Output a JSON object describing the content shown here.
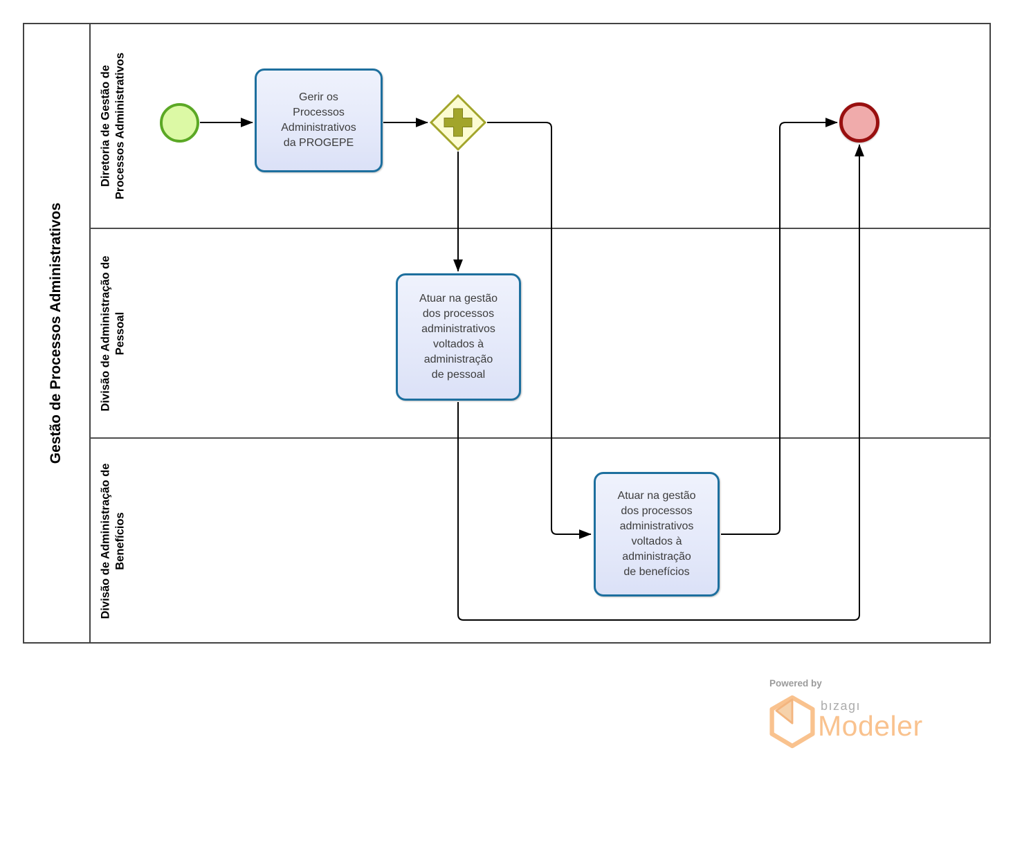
{
  "pool": {
    "title": "Gestão de Processos Administrativos",
    "lanes": [
      {
        "label": "Diretoria de Gestão de\nProcessos Administrativos"
      },
      {
        "label": "Divisão de Administração de\nPessoal"
      },
      {
        "label": "Divisão de Administração de\nBenefícios"
      }
    ]
  },
  "elements": {
    "start_event": {
      "type": "start-event"
    },
    "task_gerir": {
      "label": "Gerir os\nProcessos\nAdministrativos\nda PROGEPE"
    },
    "gateway": {
      "type": "parallel-gateway"
    },
    "task_pessoal": {
      "label": "Atuar na gestão\ndos processos\nadministrativos\nvoltados à\nadministração\nde pessoal"
    },
    "task_beneficios": {
      "label": "Atuar na gestão\ndos processos\nadministrativos\nvoltados à\nadministração\nde benefícios"
    },
    "end_event": {
      "type": "end-event"
    }
  },
  "colors": {
    "task_border": "#1d6f9e",
    "task_fill": "#e8ecfa",
    "start_border": "#5ba825",
    "start_fill": "#dcf9a5",
    "end_border": "#990f0f",
    "end_fill": "#f0abab",
    "gateway_border": "#a2a52b",
    "gateway_fill": "#fcfcd2",
    "pool_border": "#424242",
    "flow": "#000000",
    "brand_orange": "#f9c28e",
    "brand_gray": "#acacac"
  },
  "footer": {
    "powered_by": "Powered by",
    "brand": "bızagı",
    "product": "Modeler"
  }
}
